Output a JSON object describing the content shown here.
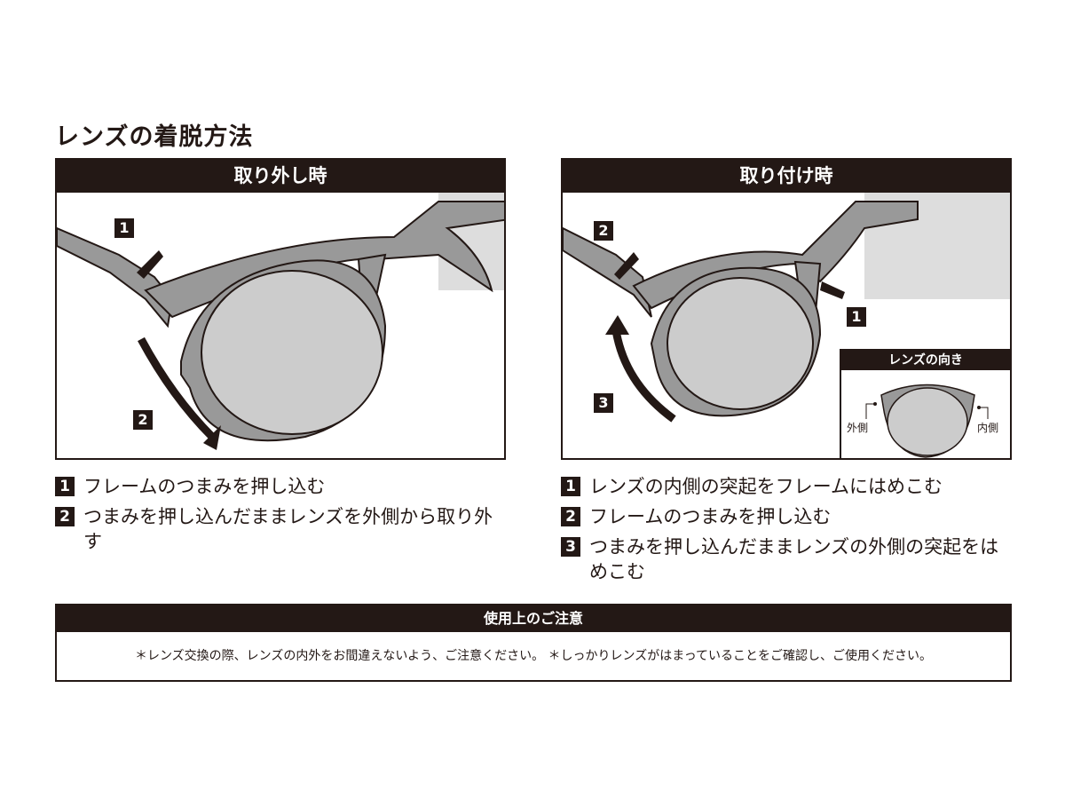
{
  "title": "レンズの着脱方法",
  "removal": {
    "header": "取り外し時",
    "labels": [
      "1",
      "2"
    ],
    "steps": [
      {
        "num": "1",
        "text": "フレームのつまみを押し込む"
      },
      {
        "num": "2",
        "text": "つまみを押し込んだままレンズを外側から取り外す"
      }
    ]
  },
  "attach": {
    "header": "取り付け時",
    "labels": [
      "2",
      "1",
      "3"
    ],
    "steps": [
      {
        "num": "1",
        "text": "レンズの内側の突起をフレームにはめこむ"
      },
      {
        "num": "2",
        "text": "フレームのつまみを押し込む"
      },
      {
        "num": "3",
        "text": "つまみを押し込んだままレンズの外側の突起をはめこむ"
      }
    ],
    "inset": {
      "title": "レンズの向き",
      "outer": "外側",
      "inner": "内側"
    }
  },
  "notes": {
    "header": "使用上のご注意",
    "text": "＊レンズ交換の際、レンズの内外をお間違えないよう、ご注意ください。 ＊しっかりレンズがはまっていることをご確認し、ご使用ください。"
  }
}
